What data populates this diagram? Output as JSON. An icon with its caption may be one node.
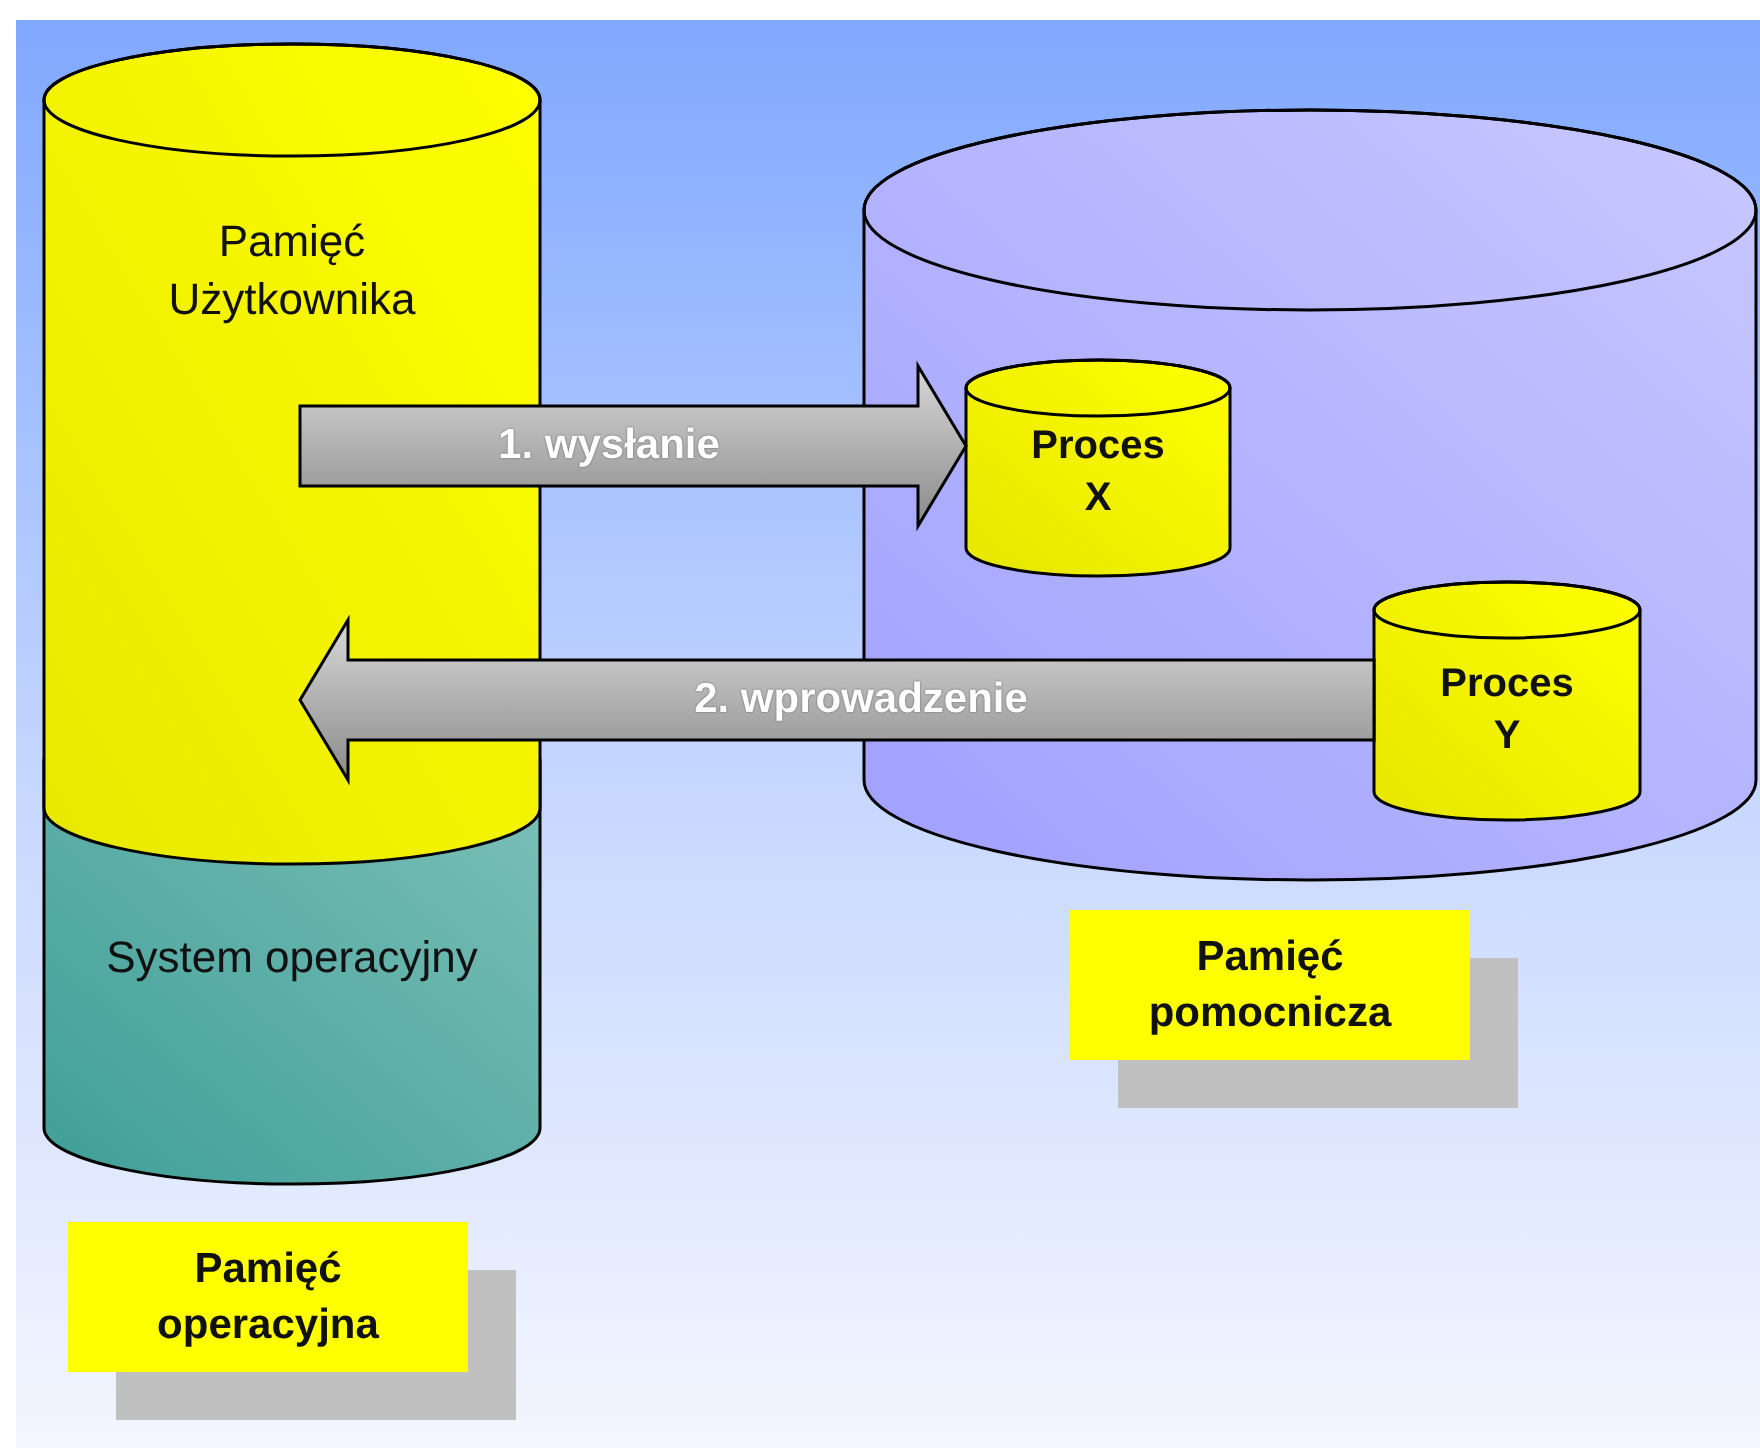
{
  "diagram": {
    "nodes": [
      {
        "text": [
          "Pamięć Użytkownika"
        ]
      },
      {
        "text": [],
        "shape": "cylinder"
      },
      {
        "text": [
          "Proces X"
        ],
        "in": 1
      },
      {
        "text": [
          "Proces Y"
        ],
        "in": 1
      },
      {
        "text": [
          "System operacyjny"
        ]
      },
      {
        "text": [
          "Pamięć pomocnicza"
        ]
      },
      {
        "text": [
          "Pamięć operacyjna"
        ]
      }
    ],
    "edges": [
      {
        "from": 0,
        "to": 2,
        "arrow": "to",
        "label": "1. wysłanie"
      },
      {
        "from": 3,
        "to": 0,
        "arrow": "to",
        "label": "2. wprowadzenie"
      }
    ]
  }
}
